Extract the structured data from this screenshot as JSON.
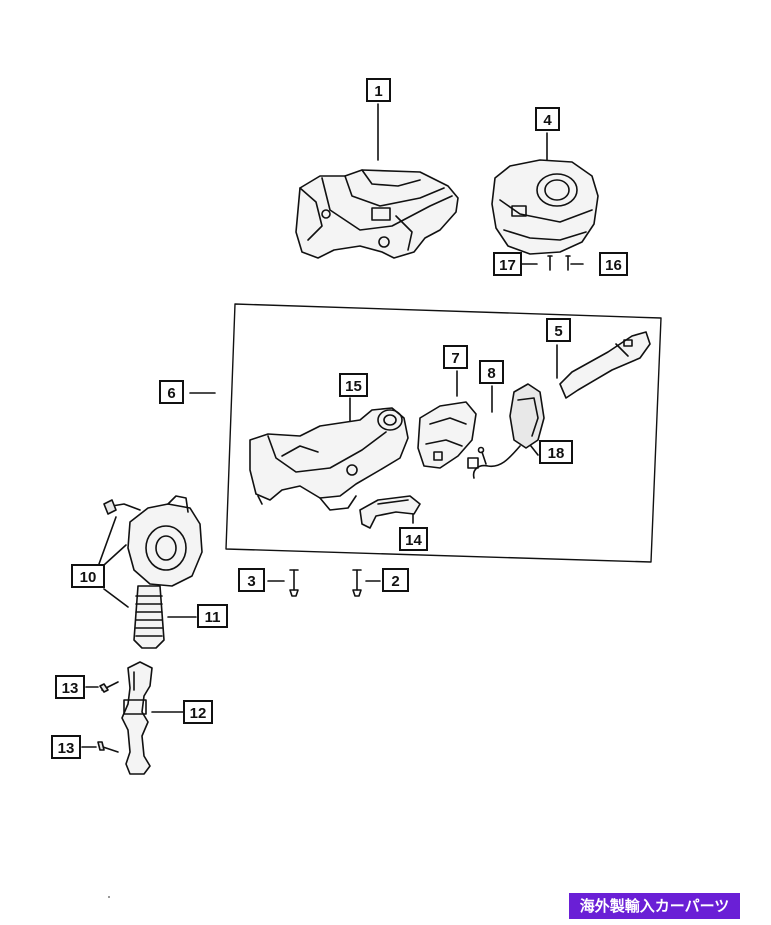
{
  "callouts": {
    "c1": "1",
    "c2": "2",
    "c3": "3",
    "c4": "4",
    "c5": "5",
    "c6": "6",
    "c7": "7",
    "c8": "8",
    "c10": "10",
    "c11": "11",
    "c12": "12",
    "c13a": "13",
    "c13b": "13",
    "c14": "14",
    "c15": "15",
    "c16": "16",
    "c17": "17",
    "c18": "18"
  },
  "badge": {
    "label": "海外製輸入カーパーツ",
    "color": "#6a1fd6"
  },
  "colors": {
    "line": "#111111",
    "part_fill": "#f2f2f2",
    "part_shade": "#d9d9d9"
  }
}
